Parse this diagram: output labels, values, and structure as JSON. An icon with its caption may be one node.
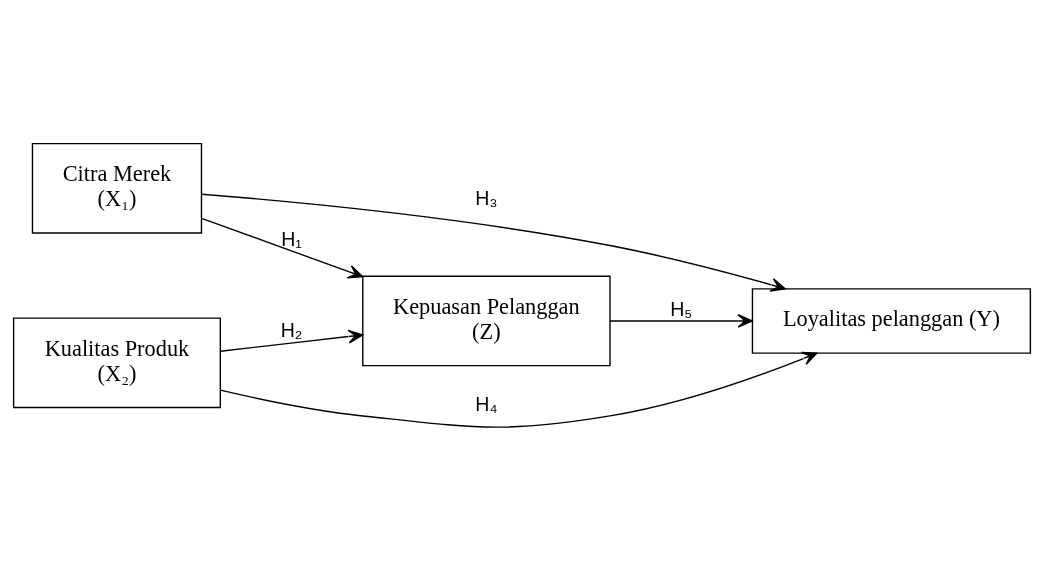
{
  "diagram": {
    "nodes": [
      {
        "text": [
          "Citra Merek",
          "(X₁)"
        ]
      },
      {
        "text": [
          "Kualitas Produk",
          "(X₂)"
        ]
      },
      {
        "text": [
          "Kepuasan Pelanggan",
          "(Z)"
        ]
      },
      {
        "text": [
          "Loyalitas pelanggan (Y)"
        ]
      }
    ],
    "edges": [
      {
        "from": 0,
        "to": 3,
        "arrow": "to",
        "label": "H₃"
      },
      {
        "from": 0,
        "to": 2,
        "arrow": "to",
        "label": "H₁"
      },
      {
        "from": 1,
        "to": 2,
        "arrow": "to",
        "label": "H₂"
      },
      {
        "from": 2,
        "to": 3,
        "arrow": "to",
        "label": "H₅"
      },
      {
        "from": 1,
        "to": 3,
        "arrow": "to",
        "label": "H₄"
      }
    ]
  }
}
